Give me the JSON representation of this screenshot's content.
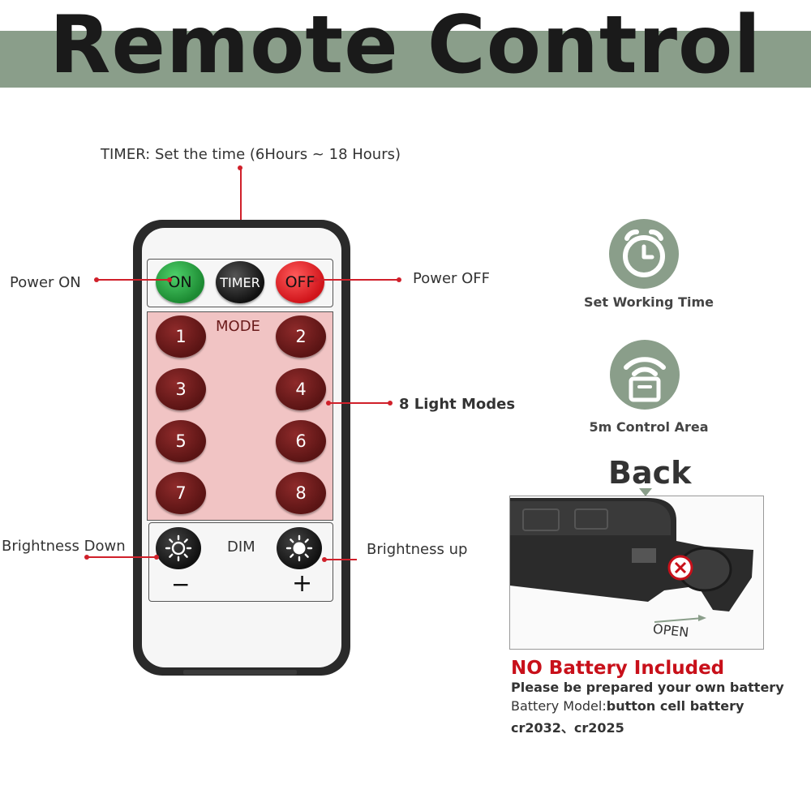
{
  "header": {
    "title": "Remote Control"
  },
  "callouts": {
    "timer": "TIMER: Set the time (6Hours ~ 18 Hours)",
    "power_on": "Power ON",
    "power_off": "Power OFF",
    "light_modes": "8 Light Modes",
    "brightness_down": "Brightness Down",
    "brightness_up": "Brightness up"
  },
  "remote": {
    "on_label": "ON",
    "timer_label": "TIMER",
    "off_label": "OFF",
    "mode_label": "MODE",
    "mode_buttons": [
      "1",
      "2",
      "3",
      "4",
      "5",
      "6",
      "7",
      "8"
    ],
    "dim_label": "DIM",
    "minus_label": "−",
    "plus_label": "+",
    "colors": {
      "on": "#2fae4a",
      "timer": "#1e1e1e",
      "off": "#e8282a",
      "mode_button": "#6e1c1c"
    }
  },
  "features": [
    {
      "icon": "alarm-clock-icon",
      "label": "Set Working Time"
    },
    {
      "icon": "wifi-signal-icon",
      "label": "5m Control Area"
    }
  ],
  "back": {
    "title": "Back",
    "photo_open_label": "OPEN",
    "no_battery_title": "NO Battery Included",
    "line1": "Please be prepared your own battery",
    "line2_prefix": "Battery Model:",
    "line2_bold": "button cell battery",
    "line3": "cr2032、cr2025"
  },
  "theme": {
    "band": "#8a9e8a",
    "accent_red": "#d0202a"
  }
}
